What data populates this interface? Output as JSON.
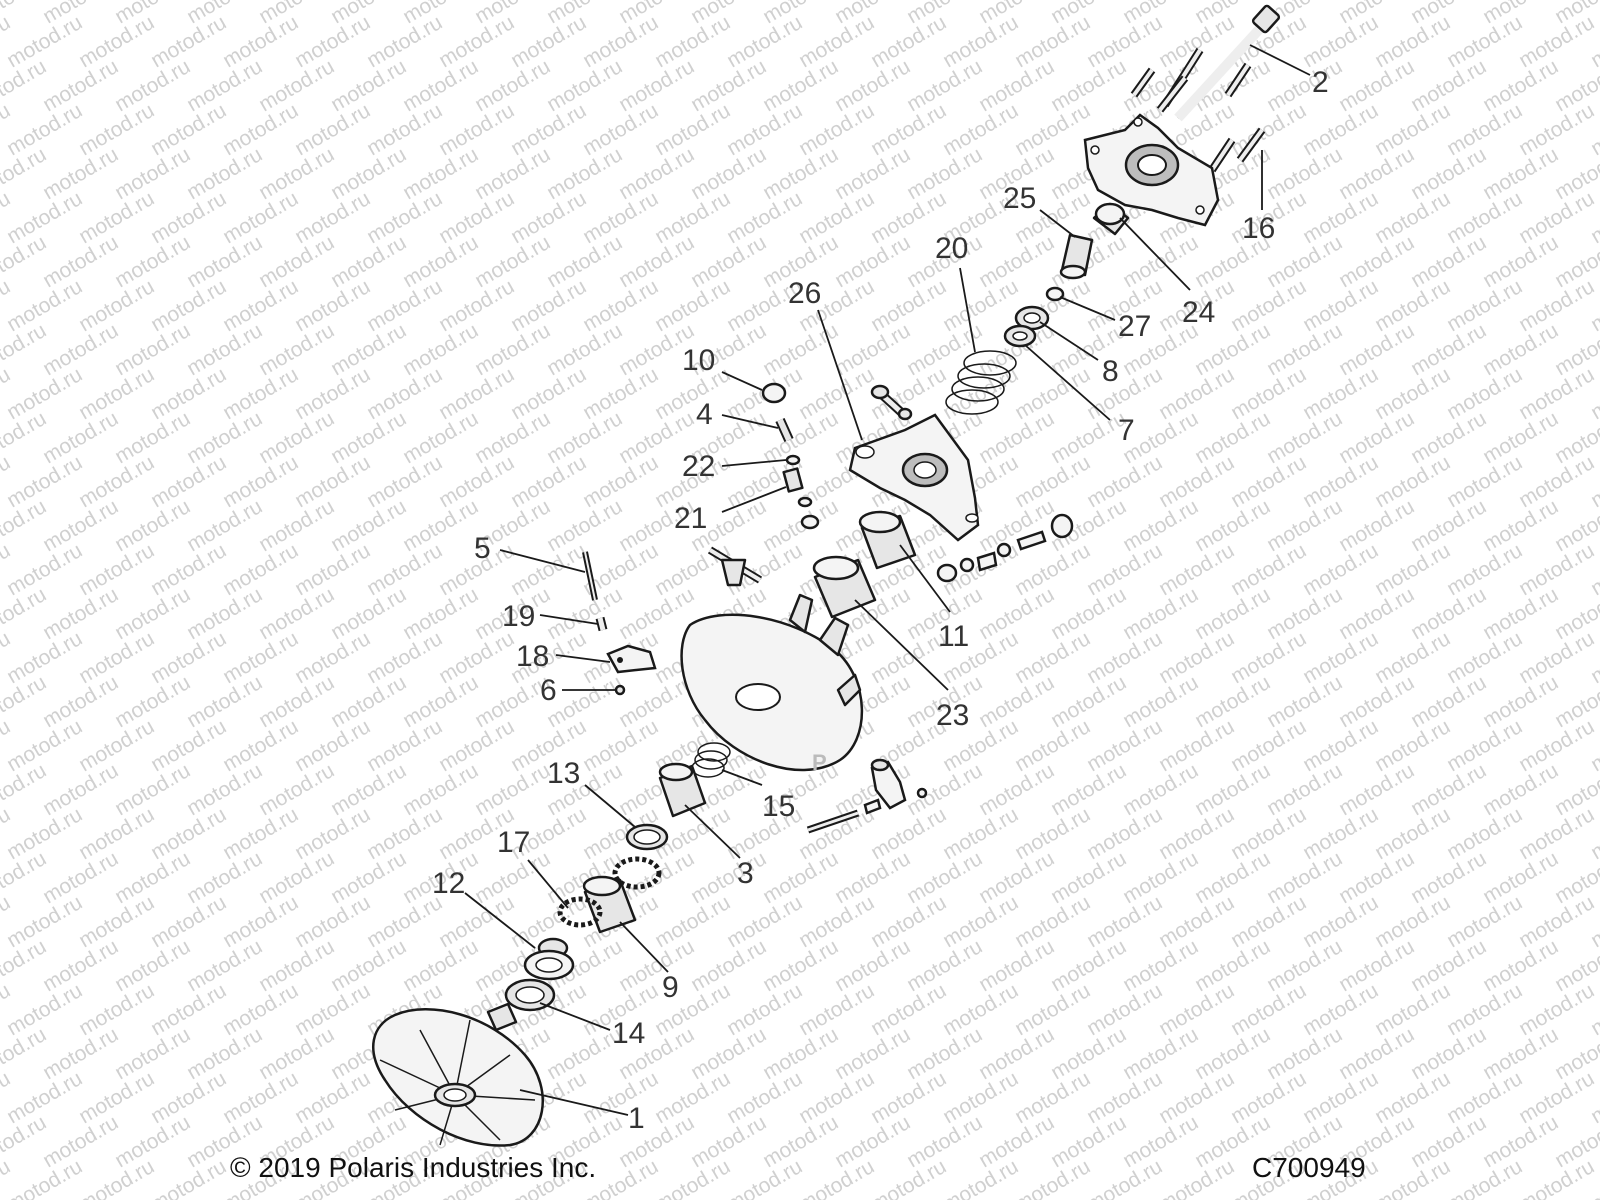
{
  "watermark": {
    "text": "motod.ru",
    "color": "#d0d0d0"
  },
  "callouts": [
    "1",
    "2",
    "3",
    "4",
    "5",
    "6",
    "7",
    "8",
    "9",
    "10",
    "11",
    "12",
    "13",
    "14",
    "15",
    "16",
    "17",
    "18",
    "19",
    "20",
    "21",
    "22",
    "23",
    "24",
    "25",
    "26",
    "27"
  ],
  "footer": {
    "copyright": "© 2019 Polaris Industries Inc.",
    "figure_id": "C700949"
  }
}
